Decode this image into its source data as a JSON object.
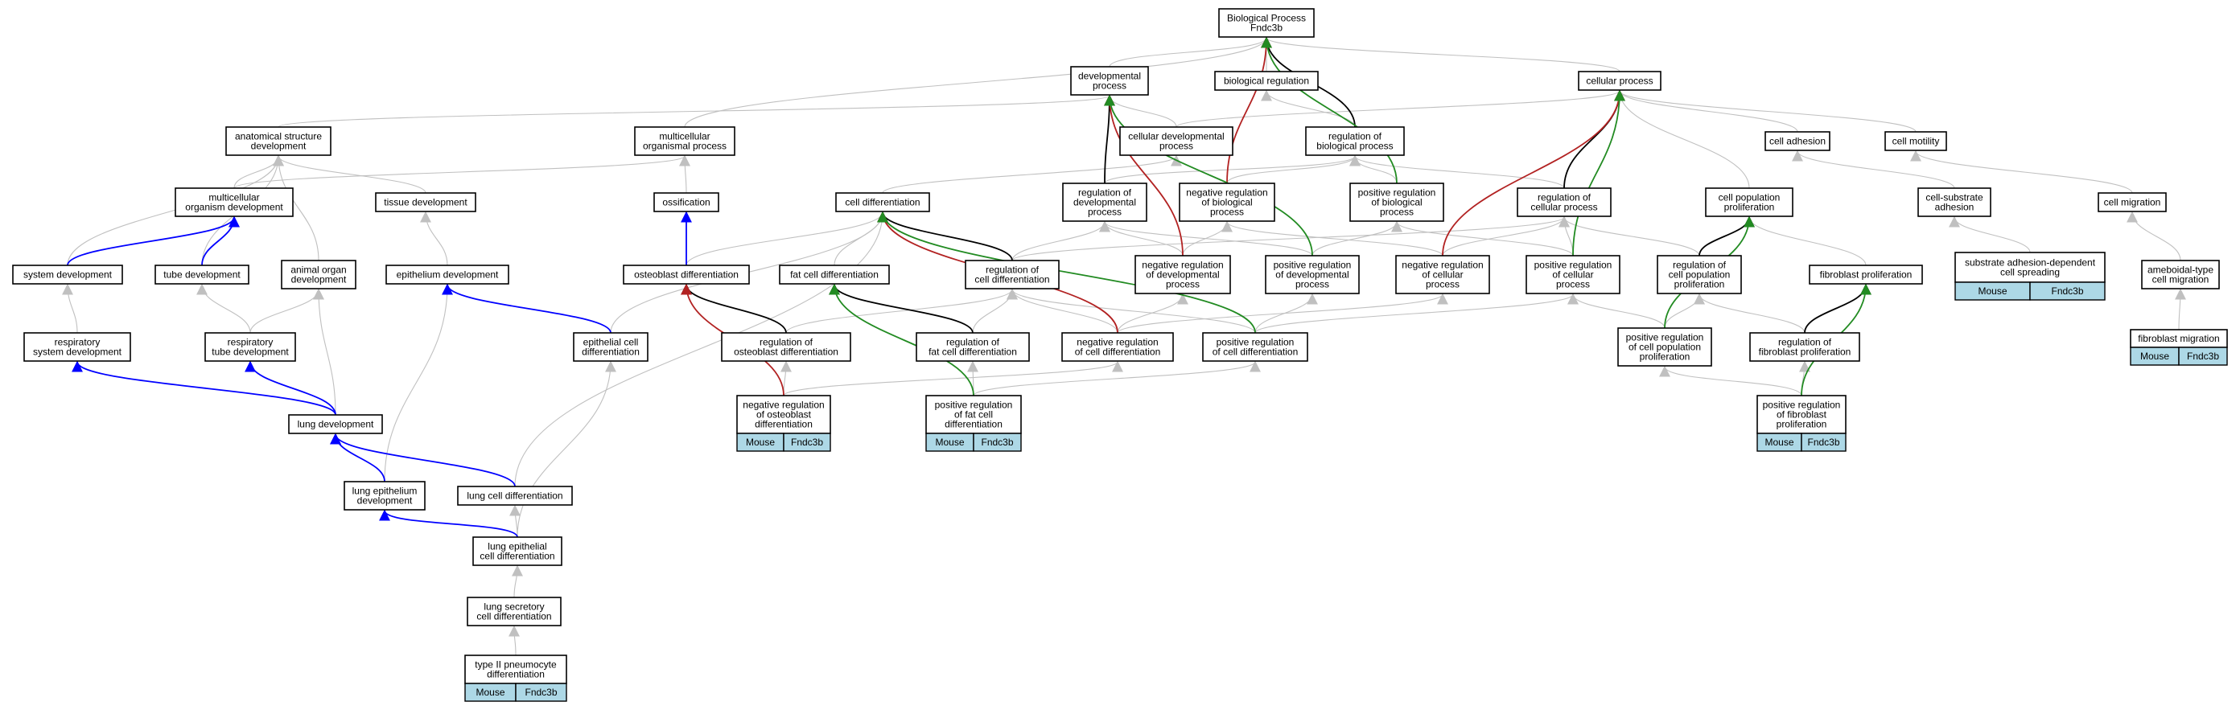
{
  "colors": {
    "default_edge": "#c0c0c0",
    "is_a_edge": "#000000",
    "part_of_edge": "#0000ff",
    "negative_edge": "#b22222",
    "positive_edge": "#228b22",
    "annotation_fill": "#add8e6"
  },
  "nodes": {
    "root": [
      "Biological Process",
      "Fndc3b"
    ],
    "biological_regulation": [
      "biological regulation"
    ],
    "developmental_process": [
      "developmental",
      "process"
    ],
    "cellular_process": [
      "cellular process"
    ],
    "anatomical_structure_development": [
      "anatomical structure",
      "development"
    ],
    "multicellular_organismal_process": [
      "multicellular",
      "organismal process"
    ],
    "cellular_developmental_process": [
      "cellular developmental",
      "process"
    ],
    "regulation_of_biological_process": [
      "regulation of",
      "biological process"
    ],
    "cell_adhesion": [
      "cell adhesion"
    ],
    "cell_motility": [
      "cell motility"
    ],
    "multicellular_organism_development": [
      "multicellular",
      "organism development"
    ],
    "tissue_development": [
      "tissue development"
    ],
    "ossification": [
      "ossification"
    ],
    "cell_differentiation": [
      "cell differentiation"
    ],
    "regulation_of_developmental_process": [
      "regulation of",
      "developmental",
      "process"
    ],
    "negative_regulation_of_biological_process": [
      "negative regulation",
      "of biological",
      "process"
    ],
    "positive_regulation_of_biological_process": [
      "positive regulation",
      "of biological",
      "process"
    ],
    "regulation_of_cellular_process": [
      "regulation of",
      "cellular process"
    ],
    "cell_population_proliferation": [
      "cell population",
      "proliferation"
    ],
    "cell_substrate_adhesion": [
      "cell-substrate",
      "adhesion"
    ],
    "cell_migration": [
      "cell migration"
    ],
    "system_development": [
      "system development"
    ],
    "tube_development": [
      "tube development"
    ],
    "animal_organ_development": [
      "animal organ",
      "development"
    ],
    "epithelium_development": [
      "epithelium development"
    ],
    "osteoblast_differentiation": [
      "osteoblast differentiation"
    ],
    "fat_cell_differentiation": [
      "fat cell differentiation"
    ],
    "regulation_of_cell_differentiation": [
      "regulation of",
      "cell differentiation"
    ],
    "negative_regulation_of_developmental_process": [
      "negative regulation",
      "of developmental",
      "process"
    ],
    "positive_regulation_of_developmental_process": [
      "positive regulation",
      "of developmental",
      "process"
    ],
    "negative_regulation_of_cellular_process": [
      "negative regulation",
      "of cellular",
      "process"
    ],
    "positive_regulation_of_cellular_process": [
      "positive regulation",
      "of cellular",
      "process"
    ],
    "regulation_of_cell_population_proliferation": [
      "regulation of",
      "cell population",
      "proliferation"
    ],
    "fibroblast_proliferation": [
      "fibroblast proliferation"
    ],
    "substrate_adhesion_dependent_cell_spreading": [
      "substrate adhesion-dependent",
      "cell spreading"
    ],
    "ameboidal_type_cell_migration": [
      "ameboidal-type",
      "cell migration"
    ],
    "respiratory_system_development": [
      "respiratory",
      "system development"
    ],
    "respiratory_tube_development": [
      "respiratory",
      "tube development"
    ],
    "epithelial_cell_differentiation": [
      "epithelial cell",
      "differentiation"
    ],
    "regulation_of_osteoblast_differentiation": [
      "regulation of",
      "osteoblast differentiation"
    ],
    "regulation_of_fat_cell_differentiation": [
      "regulation of",
      "fat cell differentiation"
    ],
    "negative_regulation_of_cell_differentiation": [
      "negative regulation",
      "of cell differentiation"
    ],
    "positive_regulation_of_cell_differentiation": [
      "positive regulation",
      "of cell differentiation"
    ],
    "positive_regulation_of_cell_population_proliferation": [
      "positive regulation",
      "of cell population",
      "proliferation"
    ],
    "regulation_of_fibroblast_proliferation": [
      "regulation of",
      "fibroblast proliferation"
    ],
    "fibroblast_migration": [
      "fibroblast migration"
    ],
    "lung_development": [
      "lung development"
    ],
    "negative_regulation_of_osteoblast_differentiation": [
      "negative regulation",
      "of osteoblast",
      "differentiation"
    ],
    "positive_regulation_of_fat_cell_differentiation": [
      "positive regulation",
      "of fat cell",
      "differentiation"
    ],
    "positive_regulation_of_fibroblast_proliferation": [
      "positive regulation",
      "of fibroblast",
      "proliferation"
    ],
    "lung_epithelium_development": [
      "lung epithelium",
      "development"
    ],
    "lung_cell_differentiation": [
      "lung cell differentiation"
    ],
    "lung_epithelial_cell_differentiation": [
      "lung epithelial",
      "cell differentiation"
    ],
    "lung_secretory_cell_differentiation": [
      "lung secretory",
      "cell differentiation"
    ],
    "type_ii_pneumocyte_differentiation": [
      "type II pneumocyte",
      "differentiation"
    ]
  },
  "annotations": {
    "species": "Mouse",
    "gene": "Fndc3b",
    "annotated_terms": [
      "type_ii_pneumocyte_differentiation",
      "negative_regulation_of_osteoblast_differentiation",
      "positive_regulation_of_fat_cell_differentiation",
      "positive_regulation_of_fibroblast_proliferation",
      "substrate_adhesion_dependent_cell_spreading",
      "fibroblast_migration"
    ]
  },
  "edges": [
    {
      "from": "biological_regulation",
      "to": "root",
      "type": "default"
    },
    {
      "from": "developmental_process",
      "to": "root",
      "type": "default"
    },
    {
      "from": "cellular_process",
      "to": "root",
      "type": "default"
    },
    {
      "from": "multicellular_organismal_process",
      "to": "root",
      "type": "default"
    },
    {
      "from": "regulation_of_biological_process",
      "to": "root",
      "type": "is_a"
    },
    {
      "from": "negative_regulation_of_biological_process",
      "to": "root",
      "type": "negative"
    },
    {
      "from": "positive_regulation_of_biological_process",
      "to": "root",
      "type": "positive"
    },
    {
      "from": "anatomical_structure_development",
      "to": "developmental_process",
      "type": "default"
    },
    {
      "from": "cellular_developmental_process",
      "to": "developmental_process",
      "type": "default"
    },
    {
      "from": "cellular_developmental_process",
      "to": "cellular_process",
      "type": "default"
    },
    {
      "from": "regulation_of_developmental_process",
      "to": "developmental_process",
      "type": "is_a"
    },
    {
      "from": "negative_regulation_of_developmental_process",
      "to": "developmental_process",
      "type": "negative"
    },
    {
      "from": "positive_regulation_of_developmental_process",
      "to": "developmental_process",
      "type": "positive"
    },
    {
      "from": "regulation_of_biological_process",
      "to": "biological_regulation",
      "type": "default"
    },
    {
      "from": "cell_adhesion",
      "to": "cellular_process",
      "type": "default"
    },
    {
      "from": "cell_motility",
      "to": "cellular_process",
      "type": "default"
    },
    {
      "from": "cell_population_proliferation",
      "to": "cellular_process",
      "type": "default"
    },
    {
      "from": "regulation_of_cellular_process",
      "to": "cellular_process",
      "type": "is_a"
    },
    {
      "from": "negative_regulation_of_cellular_process",
      "to": "cellular_process",
      "type": "negative"
    },
    {
      "from": "positive_regulation_of_cellular_process",
      "to": "cellular_process",
      "type": "positive"
    },
    {
      "from": "multicellular_organism_development",
      "to": "anatomical_structure_development",
      "type": "default"
    },
    {
      "from": "multicellular_organism_development",
      "to": "multicellular_organismal_process",
      "type": "default"
    },
    {
      "from": "tissue_development",
      "to": "anatomical_structure_development",
      "type": "default"
    },
    {
      "from": "system_development",
      "to": "anatomical_structure_development",
      "type": "default"
    },
    {
      "from": "tube_development",
      "to": "anatomical_structure_development",
      "type": "default"
    },
    {
      "from": "animal_organ_development",
      "to": "anatomical_structure_development",
      "type": "default"
    },
    {
      "from": "ossification",
      "to": "multicellular_organismal_process",
      "type": "default"
    },
    {
      "from": "cell_differentiation",
      "to": "cellular_developmental_process",
      "type": "default"
    },
    {
      "from": "regulation_of_developmental_process",
      "to": "regulation_of_biological_process",
      "type": "default"
    },
    {
      "from": "negative_regulation_of_biological_process",
      "to": "regulation_of_biological_process",
      "type": "default"
    },
    {
      "from": "positive_regulation_of_biological_process",
      "to": "regulation_of_biological_process",
      "type": "default"
    },
    {
      "from": "regulation_of_cellular_process",
      "to": "regulation_of_biological_process",
      "type": "default"
    },
    {
      "from": "cell_substrate_adhesion",
      "to": "cell_adhesion",
      "type": "default"
    },
    {
      "from": "cell_migration",
      "to": "cell_motility",
      "type": "default"
    },
    {
      "from": "system_development",
      "to": "multicellular_organism_development",
      "type": "part_of"
    },
    {
      "from": "tube_development",
      "to": "multicellular_organism_development",
      "type": "part_of"
    },
    {
      "from": "epithelium_development",
      "to": "tissue_development",
      "type": "default"
    },
    {
      "from": "osteoblast_differentiation",
      "to": "ossification",
      "type": "part_of"
    },
    {
      "from": "osteoblast_differentiation",
      "to": "cell_differentiation",
      "type": "default"
    },
    {
      "from": "fat_cell_differentiation",
      "to": "cell_differentiation",
      "type": "default"
    },
    {
      "from": "epithelial_cell_differentiation",
      "to": "cell_differentiation",
      "type": "default"
    },
    {
      "from": "lung_cell_differentiation",
      "to": "cell_differentiation",
      "type": "default"
    },
    {
      "from": "regulation_of_cell_differentiation",
      "to": "cell_differentiation",
      "type": "is_a"
    },
    {
      "from": "regulation_of_cell_differentiation",
      "to": "regulation_of_developmental_process",
      "type": "default"
    },
    {
      "from": "regulation_of_cell_differentiation",
      "to": "regulation_of_cellular_process",
      "type": "default"
    },
    {
      "from": "negative_regulation_of_cell_differentiation",
      "to": "cell_differentiation",
      "type": "negative"
    },
    {
      "from": "positive_regulation_of_cell_differentiation",
      "to": "cell_differentiation",
      "type": "positive"
    },
    {
      "from": "negative_regulation_of_developmental_process",
      "to": "regulation_of_developmental_process",
      "type": "default"
    },
    {
      "from": "negative_regulation_of_developmental_process",
      "to": "negative_regulation_of_biological_process",
      "type": "default"
    },
    {
      "from": "positive_regulation_of_developmental_process",
      "to": "regulation_of_developmental_process",
      "type": "default"
    },
    {
      "from": "positive_regulation_of_developmental_process",
      "to": "positive_regulation_of_biological_process",
      "type": "default"
    },
    {
      "from": "negative_regulation_of_cellular_process",
      "to": "regulation_of_cellular_process",
      "type": "default"
    },
    {
      "from": "negative_regulation_of_cellular_process",
      "to": "negative_regulation_of_biological_process",
      "type": "default"
    },
    {
      "from": "positive_regulation_of_cellular_process",
      "to": "regulation_of_cellular_process",
      "type": "default"
    },
    {
      "from": "positive_regulation_of_cellular_process",
      "to": "positive_regulation_of_biological_process",
      "type": "default"
    },
    {
      "from": "regulation_of_cell_population_proliferation",
      "to": "cell_population_proliferation",
      "type": "is_a"
    },
    {
      "from": "regulation_of_cell_population_proliferation",
      "to": "regulation_of_cellular_process",
      "type": "default"
    },
    {
      "from": "fibroblast_proliferation",
      "to": "cell_population_proliferation",
      "type": "default"
    },
    {
      "from": "substrate_adhesion_dependent_cell_spreading",
      "to": "cell_substrate_adhesion",
      "type": "default"
    },
    {
      "from": "ameboidal_type_cell_migration",
      "to": "cell_migration",
      "type": "default"
    },
    {
      "from": "fibroblast_migration",
      "to": "ameboidal_type_cell_migration",
      "type": "default"
    },
    {
      "from": "respiratory_system_development",
      "to": "system_development",
      "type": "default"
    },
    {
      "from": "respiratory_tube_development",
      "to": "tube_development",
      "type": "default"
    },
    {
      "from": "respiratory_tube_development",
      "to": "animal_organ_development",
      "type": "default"
    },
    {
      "from": "epithelial_cell_differentiation",
      "to": "epithelium_development",
      "type": "part_of"
    },
    {
      "from": "regulation_of_osteoblast_differentiation",
      "to": "osteoblast_differentiation",
      "type": "is_a"
    },
    {
      "from": "regulation_of_osteoblast_differentiation",
      "to": "regulation_of_cell_differentiation",
      "type": "default"
    },
    {
      "from": "regulation_of_fat_cell_differentiation",
      "to": "fat_cell_differentiation",
      "type": "is_a"
    },
    {
      "from": "regulation_of_fat_cell_differentiation",
      "to": "regulation_of_cell_differentiation",
      "type": "default"
    },
    {
      "from": "negative_regulation_of_cell_differentiation",
      "to": "regulation_of_cell_differentiation",
      "type": "default"
    },
    {
      "from": "negative_regulation_of_cell_differentiation",
      "to": "negative_regulation_of_developmental_process",
      "type": "default"
    },
    {
      "from": "negative_regulation_of_cell_differentiation",
      "to": "negative_regulation_of_cellular_process",
      "type": "default"
    },
    {
      "from": "positive_regulation_of_cell_differentiation",
      "to": "regulation_of_cell_differentiation",
      "type": "default"
    },
    {
      "from": "positive_regulation_of_cell_differentiation",
      "to": "positive_regulation_of_developmental_process",
      "type": "default"
    },
    {
      "from": "positive_regulation_of_cell_differentiation",
      "to": "positive_regulation_of_cellular_process",
      "type": "default"
    },
    {
      "from": "positive_regulation_of_cell_population_proliferation",
      "to": "regulation_of_cell_population_proliferation",
      "type": "default"
    },
    {
      "from": "positive_regulation_of_cell_population_proliferation",
      "to": "cell_population_proliferation",
      "type": "positive"
    },
    {
      "from": "positive_regulation_of_cell_population_proliferation",
      "to": "positive_regulation_of_cellular_process",
      "type": "default"
    },
    {
      "from": "regulation_of_fibroblast_proliferation",
      "to": "fibroblast_proliferation",
      "type": "is_a"
    },
    {
      "from": "regulation_of_fibroblast_proliferation",
      "to": "regulation_of_cell_population_proliferation",
      "type": "default"
    },
    {
      "from": "lung_development",
      "to": "respiratory_system_development",
      "type": "part_of"
    },
    {
      "from": "lung_development",
      "to": "respiratory_tube_development",
      "type": "part_of"
    },
    {
      "from": "lung_development",
      "to": "animal_organ_development",
      "type": "default"
    },
    {
      "from": "negative_regulation_of_osteoblast_differentiation",
      "to": "osteoblast_differentiation",
      "type": "negative"
    },
    {
      "from": "negative_regulation_of_osteoblast_differentiation",
      "to": "regulation_of_osteoblast_differentiation",
      "type": "default"
    },
    {
      "from": "negative_regulation_of_osteoblast_differentiation",
      "to": "negative_regulation_of_cell_differentiation",
      "type": "default"
    },
    {
      "from": "positive_regulation_of_fat_cell_differentiation",
      "to": "fat_cell_differentiation",
      "type": "positive"
    },
    {
      "from": "positive_regulation_of_fat_cell_differentiation",
      "to": "regulation_of_fat_cell_differentiation",
      "type": "default"
    },
    {
      "from": "positive_regulation_of_fat_cell_differentiation",
      "to": "positive_regulation_of_cell_differentiation",
      "type": "default"
    },
    {
      "from": "positive_regulation_of_fibroblast_proliferation",
      "to": "fibroblast_proliferation",
      "type": "positive"
    },
    {
      "from": "positive_regulation_of_fibroblast_proliferation",
      "to": "regulation_of_fibroblast_proliferation",
      "type": "default"
    },
    {
      "from": "positive_regulation_of_fibroblast_proliferation",
      "to": "positive_regulation_of_cell_population_proliferation",
      "type": "default"
    },
    {
      "from": "lung_epithelium_development",
      "to": "lung_development",
      "type": "part_of"
    },
    {
      "from": "lung_epithelium_development",
      "to": "epithelium_development",
      "type": "default"
    },
    {
      "from": "lung_cell_differentiation",
      "to": "lung_development",
      "type": "part_of"
    },
    {
      "from": "lung_epithelial_cell_differentiation",
      "to": "lung_epithelium_development",
      "type": "part_of"
    },
    {
      "from": "lung_epithelial_cell_differentiation",
      "to": "lung_cell_differentiation",
      "type": "default"
    },
    {
      "from": "lung_epithelial_cell_differentiation",
      "to": "epithelial_cell_differentiation",
      "type": "default"
    },
    {
      "from": "lung_secretory_cell_differentiation",
      "to": "lung_epithelial_cell_differentiation",
      "type": "default"
    },
    {
      "from": "type_ii_pneumocyte_differentiation",
      "to": "lung_secretory_cell_differentiation",
      "type": "default"
    }
  ]
}
